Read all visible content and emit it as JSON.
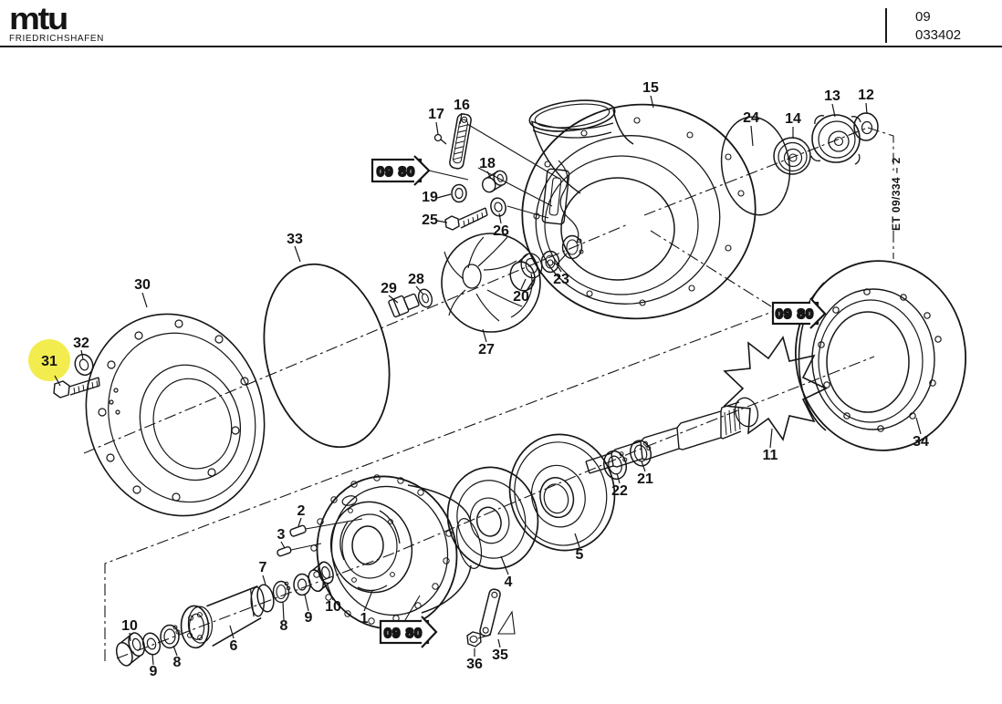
{
  "header": {
    "brand": "mtu",
    "brand_sub": "FRIEDRICHSHAFEN",
    "doc_group": "09",
    "doc_number": "033402"
  },
  "diagram": {
    "sheet_ref": "ET 09/334 – 2",
    "section_refs": [
      "09 80",
      "09 80",
      "09 80"
    ],
    "highlight": {
      "part": "31",
      "color": "#F2EC4F"
    },
    "line_color": "#161616",
    "background_color": "#FFFFFF",
    "callouts": [
      "1",
      "2",
      "3",
      "4",
      "5",
      "6",
      "7",
      "8",
      "9",
      "10",
      "10",
      "9",
      "8",
      "11",
      "12",
      "13",
      "14",
      "15",
      "16",
      "17",
      "18",
      "19",
      "20",
      "21",
      "22",
      "23",
      "24",
      "25",
      "26",
      "27",
      "28",
      "29",
      "30",
      "31",
      "32",
      "33",
      "34",
      "35",
      "36"
    ]
  }
}
